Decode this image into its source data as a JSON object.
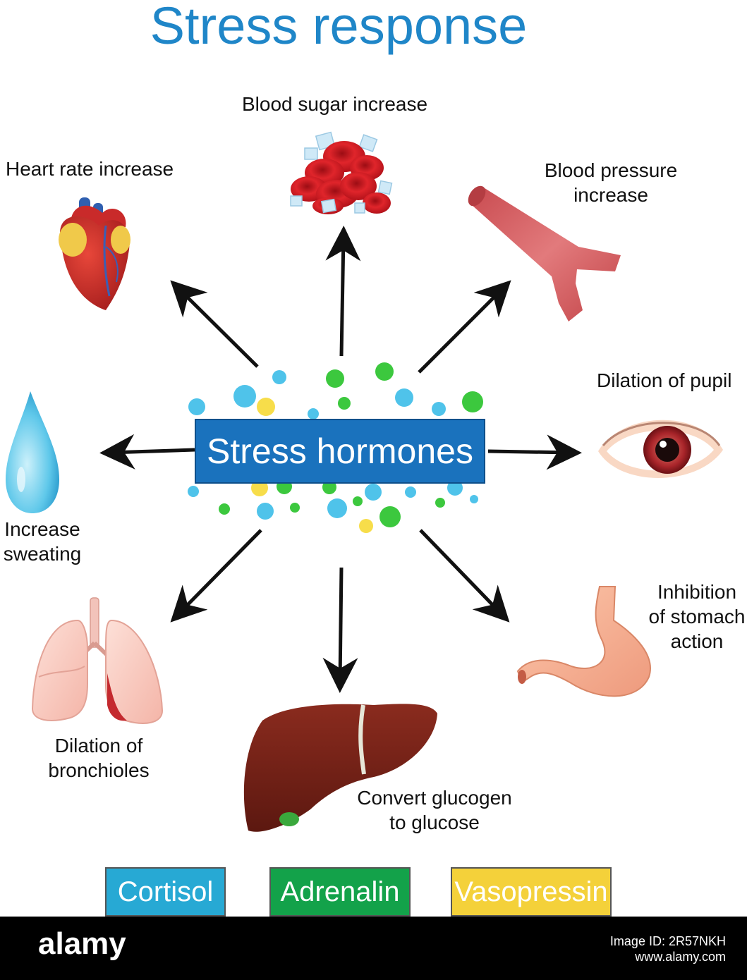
{
  "title": "Stress response",
  "center_label": "Stress hormones",
  "effects": {
    "heart": "Heart rate increase",
    "blood_sugar": "Blood sugar increase",
    "blood_pressure": [
      "Blood pressure",
      "increase"
    ],
    "pupil": "Dilation of pupil",
    "sweating": [
      "Increase",
      "sweating"
    ],
    "stomach": [
      "Inhibition",
      "of stomach",
      "action"
    ],
    "bronchioles": [
      "Dilation of",
      "bronchioles"
    ],
    "liver": [
      "Convert glucogen",
      "to glucose"
    ]
  },
  "legend": [
    {
      "label": "Cortisol",
      "color": "#27a9d4"
    },
    {
      "label": "Adrenalin",
      "color": "#13a24a"
    },
    {
      "label": "Vasopressin",
      "color": "#f4d13a"
    }
  ],
  "hormone_colors": {
    "cortisol": "#4fc3ea",
    "adrenalin": "#3cc83e",
    "vasopressin": "#f7dd4a"
  },
  "footer": {
    "brand": "alamy",
    "image_id": "Image ID: 2R57NKH",
    "site": "www.alamy.com"
  },
  "icons": [
    "heart-icon",
    "blood-cells-icon",
    "blood-vessel-icon",
    "eye-icon",
    "water-drop-icon",
    "lungs-icon",
    "liver-icon",
    "stomach-icon"
  ]
}
